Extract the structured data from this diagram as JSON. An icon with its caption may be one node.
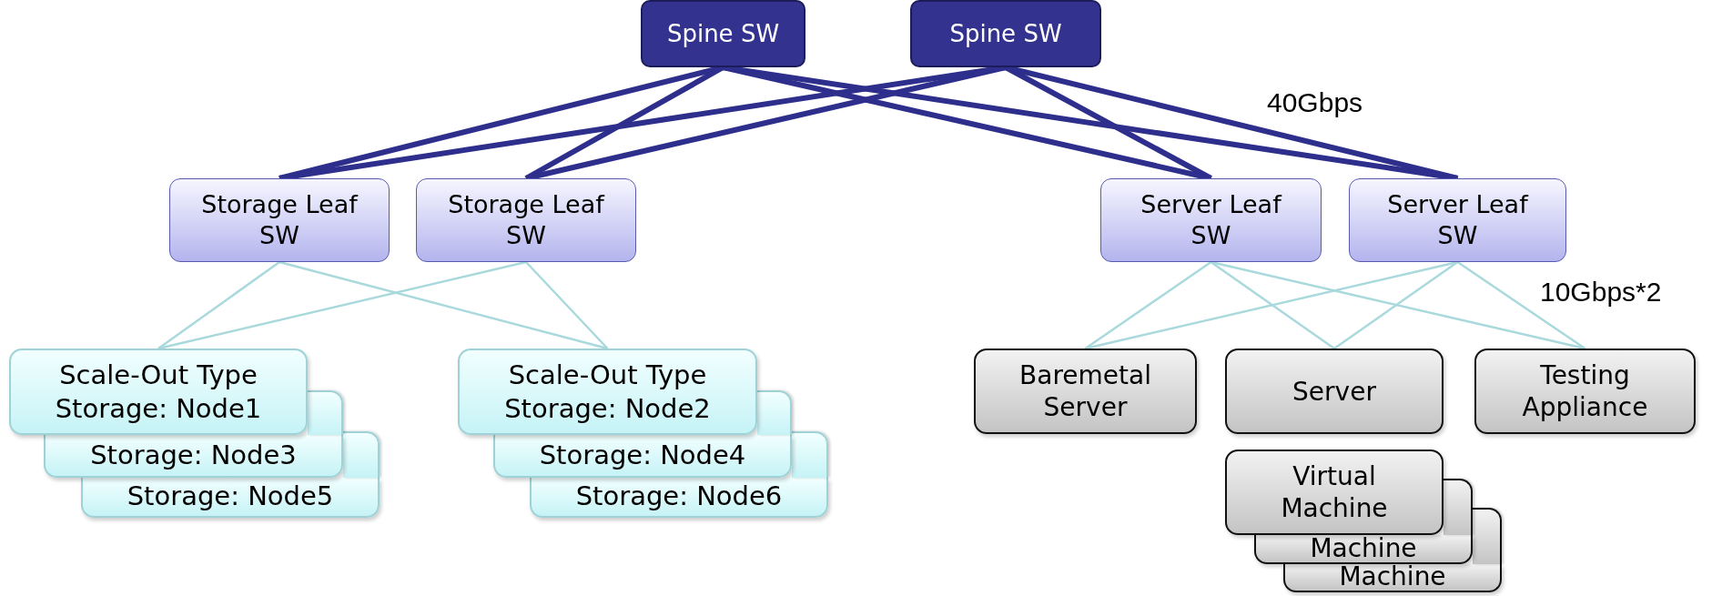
{
  "diagram": {
    "nodes": [
      {
        "text": [
          "Spine SW"
        ]
      },
      {
        "text": [
          "Spine SW"
        ]
      },
      {
        "text": [
          "Storage Leaf SW"
        ]
      },
      {
        "text": [
          "Storage Leaf SW"
        ]
      },
      {
        "text": [
          "Server Leaf SW"
        ]
      },
      {
        "text": [
          "Server Leaf SW"
        ]
      },
      {
        "text": [
          "Scale-Out Type Storage: Node1"
        ]
      },
      {
        "text": [
          "Storage: Node3"
        ]
      },
      {
        "text": [
          "Storage: Node5"
        ]
      },
      {
        "text": [
          "Scale-Out Type Storage: Node2"
        ]
      },
      {
        "text": [
          "Storage: Node4"
        ]
      },
      {
        "text": [
          "Storage: Node6"
        ]
      },
      {
        "text": [
          "Baremetal Server"
        ]
      },
      {
        "text": [
          "Server"
        ]
      },
      {
        "text": [
          "Testing Appliance"
        ]
      },
      {
        "text": [
          "Virtual Machine"
        ]
      },
      {
        "text": [
          "Machine"
        ]
      },
      {
        "text": [
          "Machine"
        ]
      }
    ],
    "edges": [
      {
        "from": 0,
        "to": 2,
        "arrow": "none",
        "style": "thick",
        "color": "#2e2e8c"
      },
      {
        "from": 0,
        "to": 3,
        "arrow": "none",
        "style": "thick",
        "color": "#2e2e8c"
      },
      {
        "from": 0,
        "to": 4,
        "arrow": "none",
        "style": "thick",
        "color": "#2e2e8c"
      },
      {
        "from": 0,
        "to": 5,
        "arrow": "none",
        "style": "thick",
        "color": "#2e2e8c"
      },
      {
        "from": 1,
        "to": 2,
        "arrow": "none",
        "style": "thick",
        "color": "#2e2e8c"
      },
      {
        "from": 1,
        "to": 3,
        "arrow": "none",
        "style": "thick",
        "color": "#2e2e8c"
      },
      {
        "from": 1,
        "to": 4,
        "arrow": "none",
        "style": "thick",
        "color": "#2e2e8c"
      },
      {
        "from": 1,
        "to": 5,
        "arrow": "none",
        "style": "thick",
        "color": "#2e2e8c"
      },
      {
        "from": 2,
        "to": 6,
        "arrow": "none"
      },
      {
        "from": 2,
        "to": 9,
        "arrow": "none"
      },
      {
        "from": 3,
        "to": 6,
        "arrow": "none"
      },
      {
        "from": 3,
        "to": 9,
        "arrow": "none"
      },
      {
        "from": 4,
        "to": 12,
        "arrow": "none"
      },
      {
        "from": 4,
        "to": 13,
        "arrow": "none"
      },
      {
        "from": 4,
        "to": 14,
        "arrow": "none"
      },
      {
        "from": 5,
        "to": 12,
        "arrow": "none"
      },
      {
        "from": 5,
        "to": 13,
        "arrow": "none"
      },
      {
        "from": 5,
        "to": 14,
        "arrow": "none"
      }
    ],
    "labels": [
      "40Gbps",
      "10Gbps*2"
    ]
  }
}
